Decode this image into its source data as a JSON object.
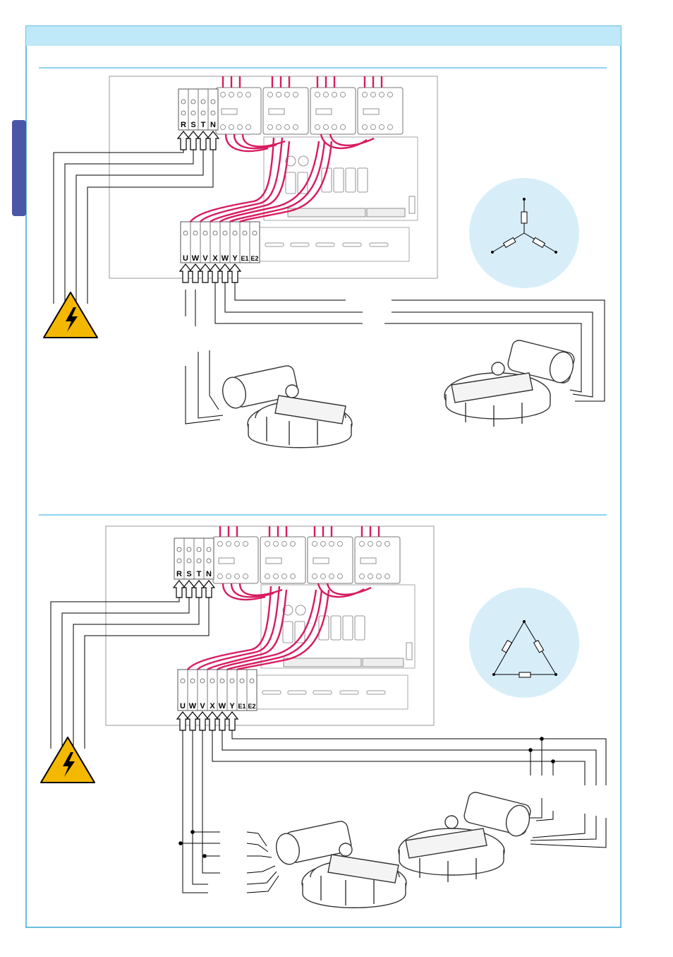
{
  "top_diagram": {
    "input_terminals": [
      "R",
      "S",
      "T",
      "N"
    ],
    "output_terminals": [
      "U",
      "W",
      "V",
      "X",
      "W",
      "Y",
      "E1",
      "E2"
    ],
    "connection_symbol": "star"
  },
  "bottom_diagram": {
    "input_terminals": [
      "R",
      "S",
      "T",
      "N"
    ],
    "output_terminals": [
      "U",
      "W",
      "V",
      "X",
      "W",
      "Y",
      "E1",
      "E2"
    ],
    "connection_symbol": "delta"
  },
  "colors": {
    "header": "#bfe8f8",
    "frame": "#3aa7d9",
    "side_tab": "#4a56a8",
    "wire": "#d81b60",
    "symbol_bg": "#d7eef9",
    "warning": "#f5b800"
  },
  "icons": [
    "high-voltage-warning-icon",
    "star-connection-icon",
    "delta-connection-icon"
  ]
}
